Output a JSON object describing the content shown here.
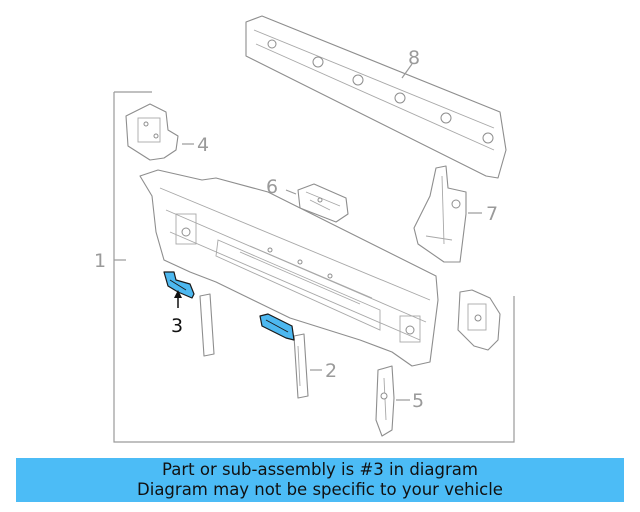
{
  "callouts": {
    "c1": "1",
    "c2": "2",
    "c3": "3",
    "c4": "4",
    "c5": "5",
    "c6": "6",
    "c7": "7",
    "c8": "8"
  },
  "highlighted_part": "3",
  "highlight_color": "#4cbcf6",
  "banner": {
    "line1": "Part or sub-assembly is #3 in diagram",
    "line2": "Diagram may not be specific to your vehicle"
  }
}
